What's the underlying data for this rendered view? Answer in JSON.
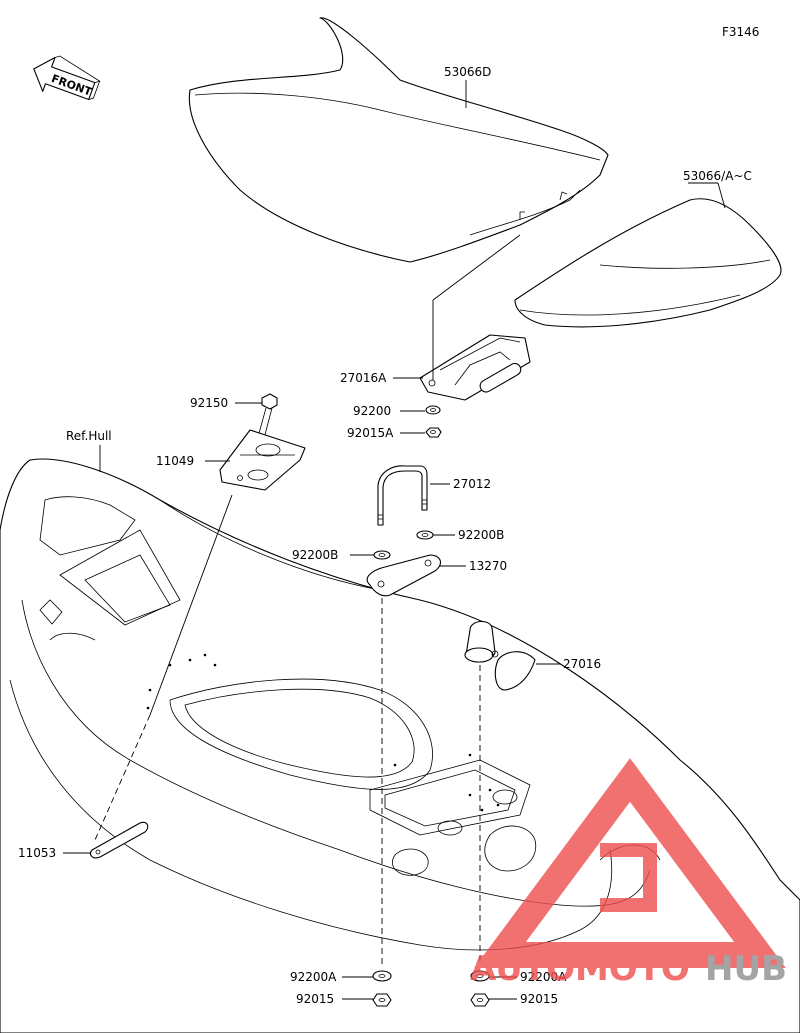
{
  "diagram": {
    "code": "F3146",
    "front_label": "FRONT",
    "ref_label": "Ref.Hull",
    "parts": [
      {
        "id": "p1",
        "label": "53066D"
      },
      {
        "id": "p2",
        "label": "53066/A~C"
      },
      {
        "id": "p3",
        "label": "27016A"
      },
      {
        "id": "p4",
        "label": "92200"
      },
      {
        "id": "p5",
        "label": "92015A"
      },
      {
        "id": "p6",
        "label": "92150"
      },
      {
        "id": "p7",
        "label": "11049"
      },
      {
        "id": "p8",
        "label": "27012"
      },
      {
        "id": "p9",
        "label": "92200B"
      },
      {
        "id": "p10",
        "label": "92200B"
      },
      {
        "id": "p11",
        "label": "13270"
      },
      {
        "id": "p12",
        "label": "27016"
      },
      {
        "id": "p13",
        "label": "11053"
      },
      {
        "id": "p14",
        "label": "92200A"
      },
      {
        "id": "p15",
        "label": "92200A"
      },
      {
        "id": "p16",
        "label": "92015"
      },
      {
        "id": "p17",
        "label": "92015"
      }
    ]
  },
  "watermark": {
    "part1": "AUTOMOTO",
    "part2": "HUB",
    "color_red": "#ee4d4d",
    "color_gray": "#8e8e8e"
  }
}
